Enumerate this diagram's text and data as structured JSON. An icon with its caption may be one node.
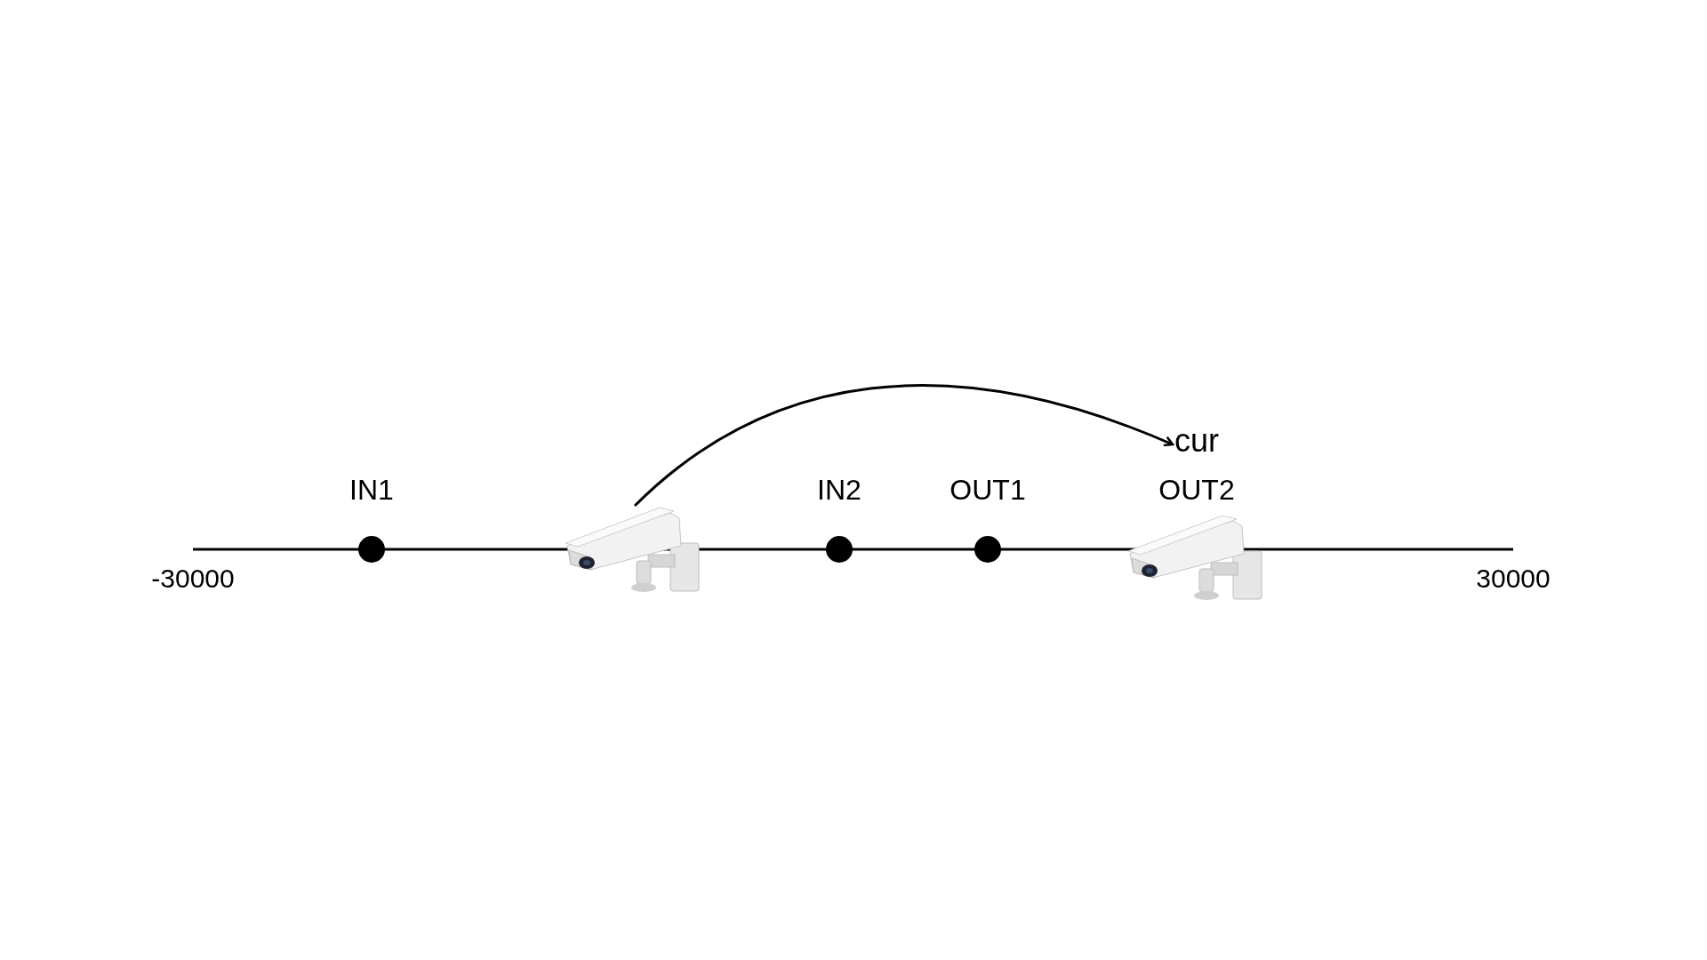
{
  "diagram": {
    "nodes": [
      {
        "text": [],
        "shape": "picture"
      },
      {
        "text": [
          "cur"
        ]
      }
    ],
    "edges": [
      {
        "from": 0,
        "to": 1,
        "arrow": "to"
      }
    ],
    "labels": [
      "IN1",
      "IN2",
      "OUT1",
      "OUT2",
      "-30000",
      "30000"
    ]
  }
}
